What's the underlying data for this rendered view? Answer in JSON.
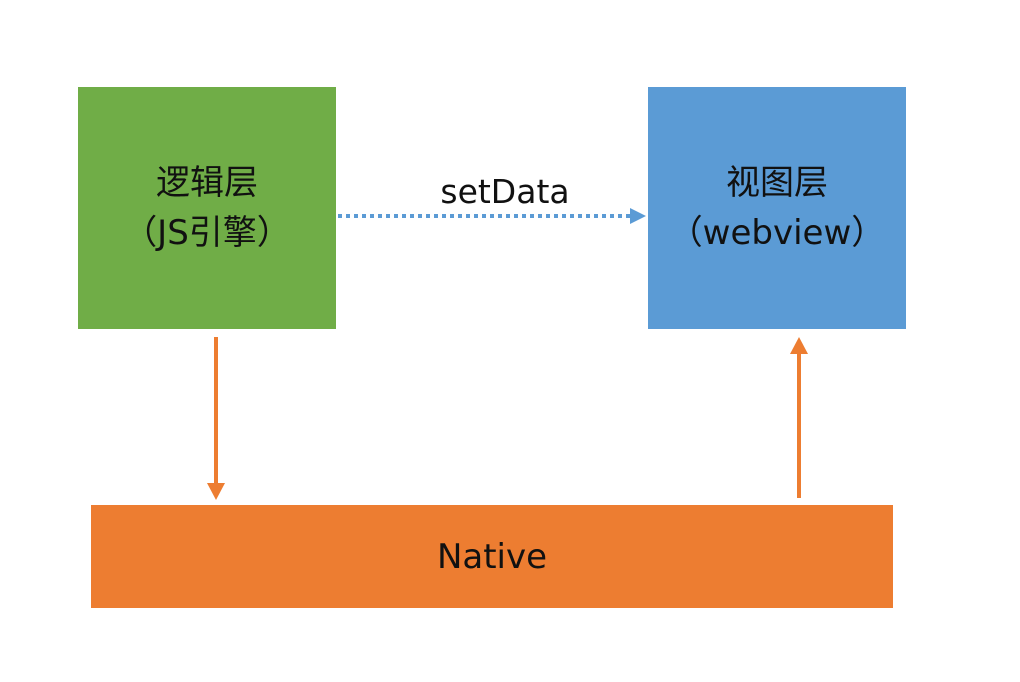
{
  "nodes": {
    "logic": {
      "line1": "逻辑层",
      "line2": "（JS引擎）",
      "color": "#70ad47"
    },
    "view": {
      "line1": "视图层",
      "line2": "（webview）",
      "color": "#5b9bd5"
    },
    "native": {
      "label": "Native",
      "color": "#ed7d31"
    }
  },
  "edges": [
    {
      "from": "logic",
      "to": "view",
      "label": "setData",
      "style": "dotted",
      "color": "#5b9bd5"
    },
    {
      "from": "logic",
      "to": "native",
      "label": "",
      "style": "solid",
      "color": "#ed7d31"
    },
    {
      "from": "native",
      "to": "view",
      "label": "",
      "style": "solid",
      "color": "#ed7d31"
    }
  ]
}
